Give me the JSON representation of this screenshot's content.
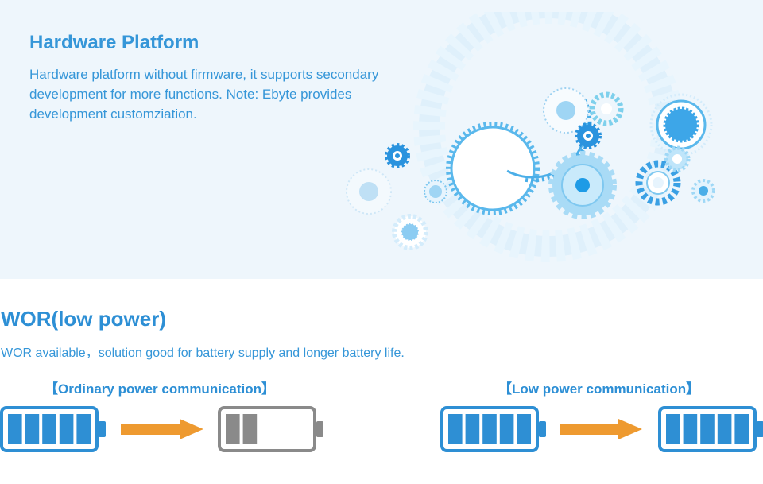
{
  "hardware": {
    "title": "Hardware Platform",
    "description": "Hardware platform without firmware, it supports secondary development for more functions. Note: Ebyte provides development customziation."
  },
  "wor": {
    "title": "WOR(low power)",
    "description": "WOR available，solution good for battery supply and longer battery life."
  },
  "comparison": {
    "ordinary_label": "【Ordinary power communication】",
    "low_label": "【Low power communication】"
  },
  "batteries": {
    "ordinary_before": {
      "charge_fraction": 1.0,
      "color": "#2e8fd4"
    },
    "ordinary_after": {
      "charge_fraction": 0.4,
      "color": "#8a8a8a"
    },
    "low_before": {
      "charge_fraction": 1.0,
      "color": "#2e8fd4"
    },
    "low_after": {
      "charge_fraction": 1.0,
      "color": "#2e8fd4"
    }
  },
  "colors": {
    "accent": "#3596d8",
    "arrow": "#ee9a30",
    "background_top": "#eef6fc"
  },
  "icons": [
    "gear-cluster-illustration",
    "battery-icon",
    "arrow-right-icon"
  ]
}
